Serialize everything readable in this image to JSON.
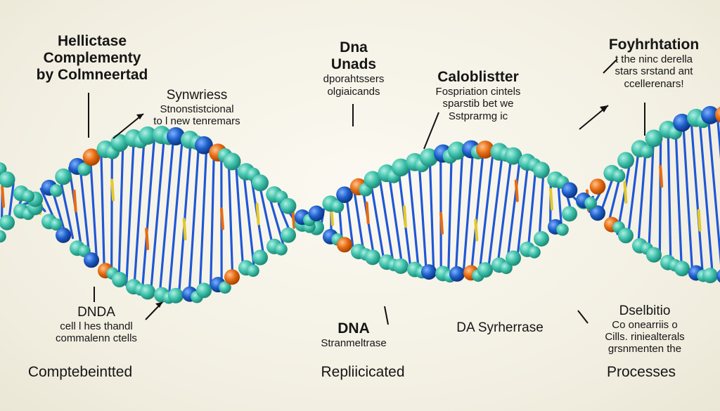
{
  "labels": {
    "top_left": [
      "Hellictase",
      "Complementy",
      "by Colmneertad"
    ],
    "synwriess": [
      "Synwriess",
      "Stnonstistcional",
      "to l new tenremars"
    ],
    "dna_unads": [
      "Dna",
      "Unads",
      "dporahtssers",
      "olgiaicands"
    ],
    "caloblister": [
      "Caloblistter",
      "Fospriation cintels",
      "sparstib bet we",
      "Sstprarmg ic"
    ],
    "foyhrhtation": [
      "Foyhrhtation",
      "t the ninc derella",
      "stars srstand ant",
      "ccellerenars!"
    ],
    "dnda": [
      "DNDA",
      "cell l hes thandl",
      "commalenn ctells"
    ],
    "dna_bottom": [
      "DNA",
      "Stranmeltrase"
    ],
    "da_synherase": [
      "DA Syrherrase"
    ],
    "dseliitio": [
      "Dselbitio",
      "Co onearriis o",
      "Cills. riniealterals",
      "grsnmenten the"
    ],
    "bottom_left": [
      "Comptebeintted"
    ],
    "bottom_center": [
      "Repliicicated"
    ],
    "bottom_right": [
      "Processes"
    ]
  },
  "colors": {
    "backbone": "#3fc1ab",
    "base_blue": "#1d5fc9",
    "base_orange": "#e66b12",
    "base_yellow": "#e3c92c",
    "rung_blue": "#1f57d6",
    "line": "#111111"
  }
}
